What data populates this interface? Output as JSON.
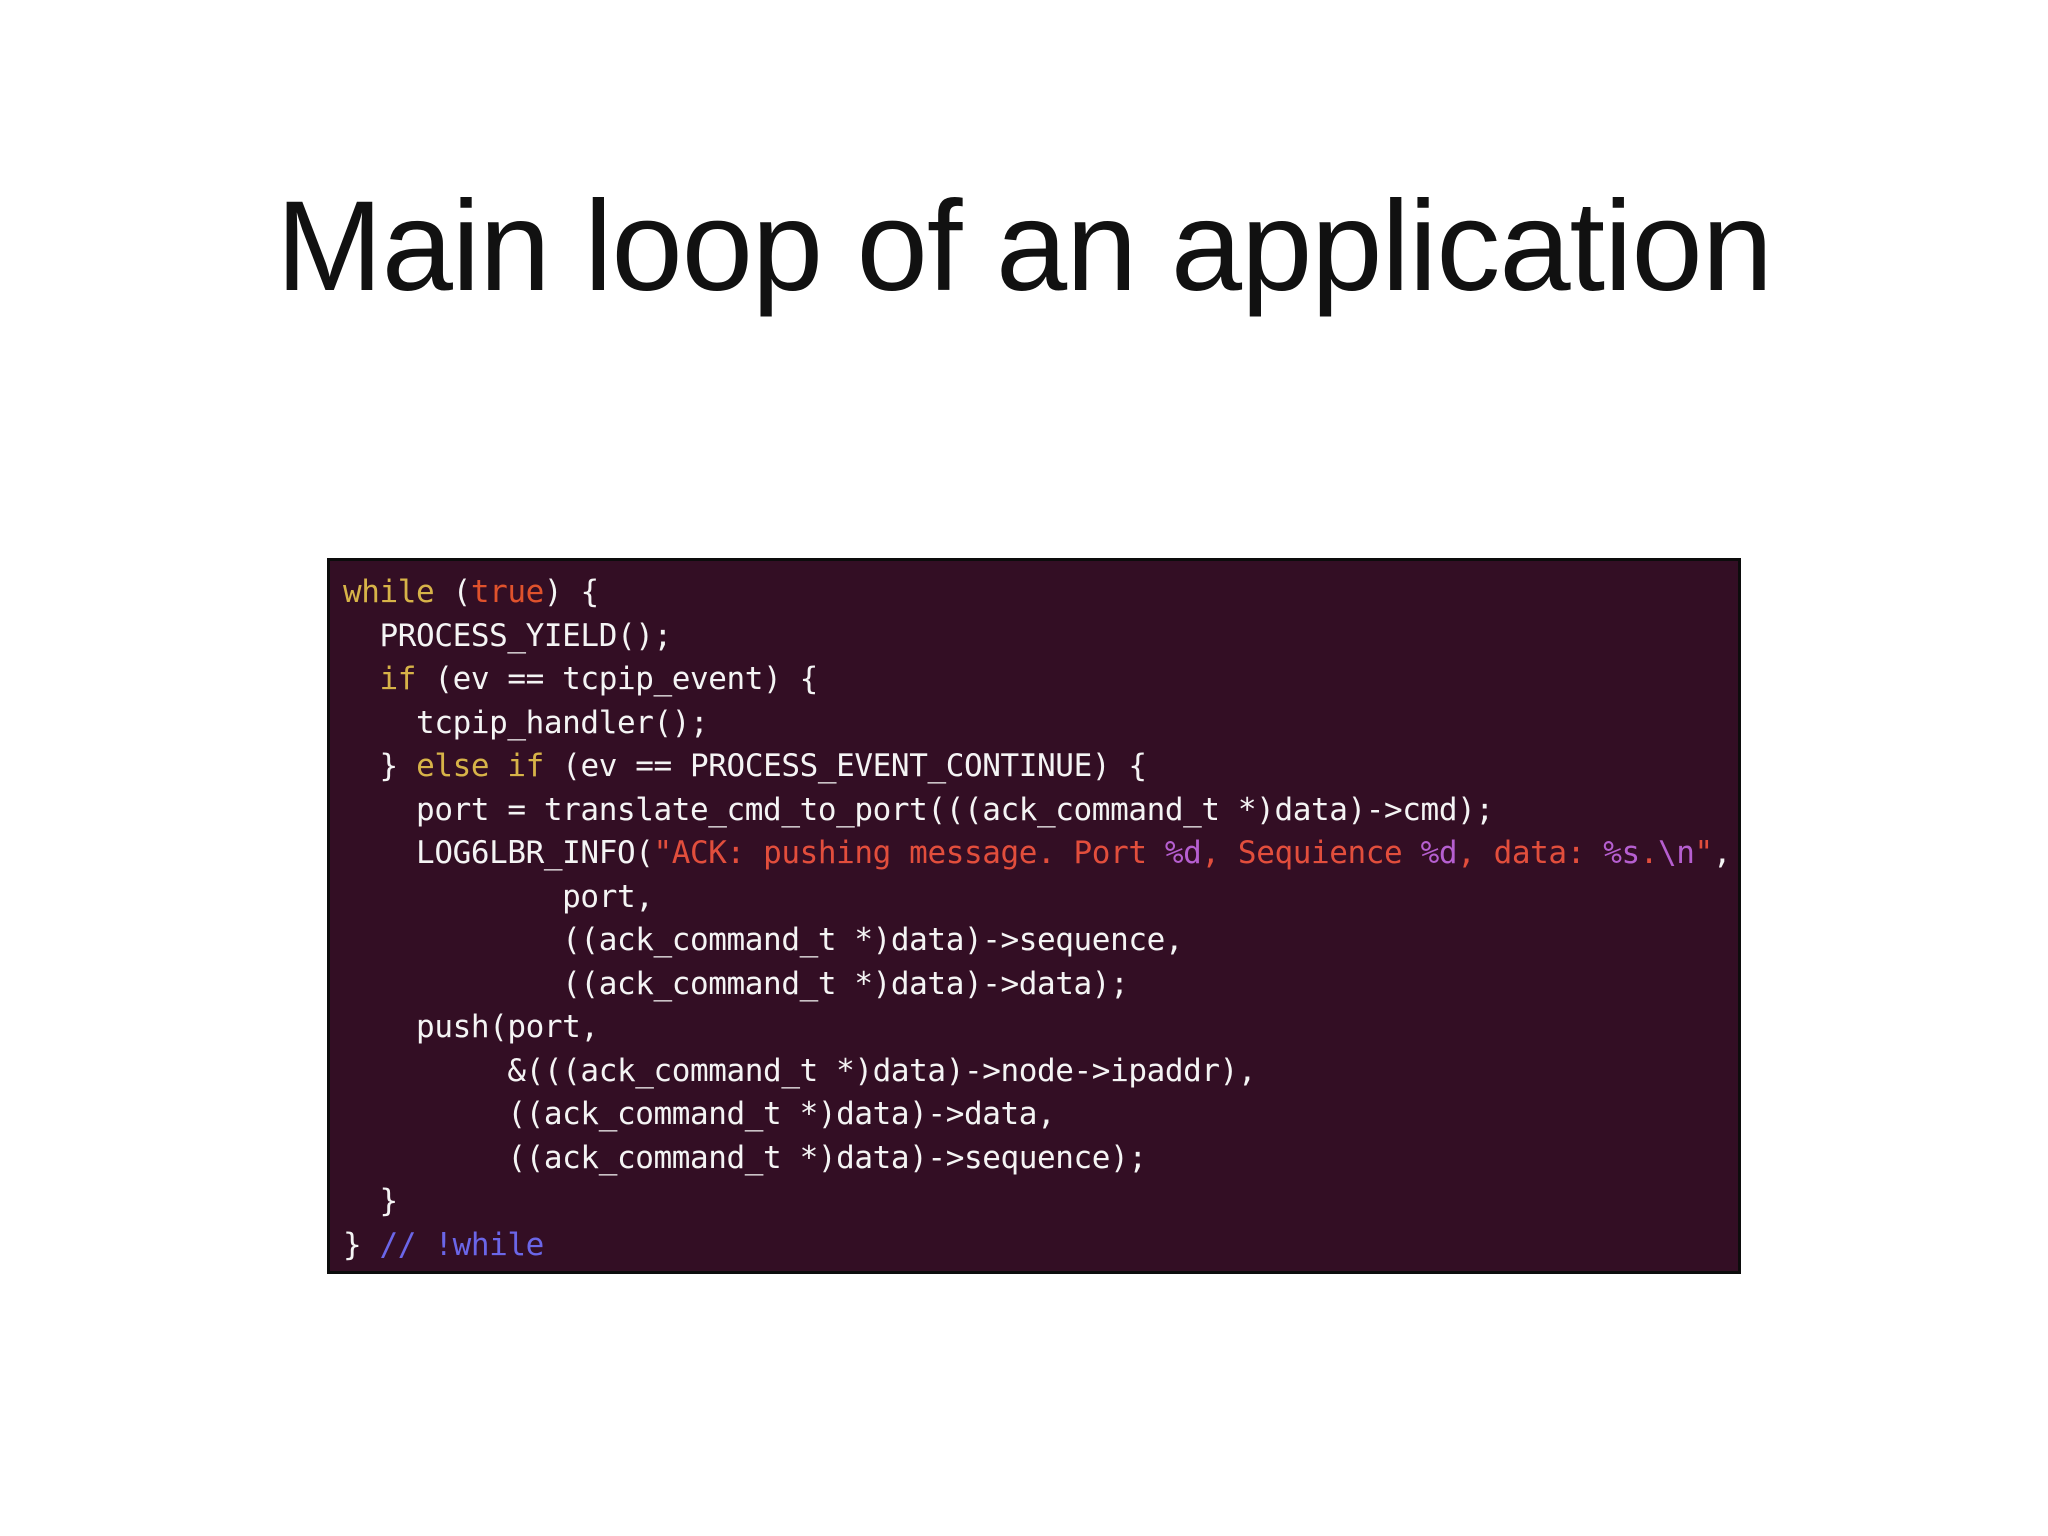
{
  "slide": {
    "title": "Main loop of an application"
  },
  "code": {
    "lines": [
      [
        {
          "t": "while",
          "k": "keyword"
        },
        {
          "t": " (",
          "k": "plain"
        },
        {
          "t": "true",
          "k": "literal"
        },
        {
          "t": ") {",
          "k": "plain"
        }
      ],
      [
        {
          "t": "  PROCESS_YIELD();",
          "k": "plain"
        }
      ],
      [
        {
          "t": "  ",
          "k": "plain"
        },
        {
          "t": "if",
          "k": "keyword"
        },
        {
          "t": " (ev == tcpip_event) {",
          "k": "plain"
        }
      ],
      [
        {
          "t": "    tcpip_handler();",
          "k": "plain"
        }
      ],
      [
        {
          "t": "  } ",
          "k": "plain"
        },
        {
          "t": "else if",
          "k": "keyword"
        },
        {
          "t": " (ev == PROCESS_EVENT_CONTINUE) {",
          "k": "plain"
        }
      ],
      [
        {
          "t": "    port = translate_cmd_to_port(((ack_command_t *)data)->cmd);",
          "k": "plain"
        }
      ],
      [
        {
          "t": "    LOG6LBR_INFO(",
          "k": "plain"
        },
        {
          "t": "\"ACK: pushing message. Port ",
          "k": "string"
        },
        {
          "t": "%d",
          "k": "format"
        },
        {
          "t": ", Sequience ",
          "k": "string"
        },
        {
          "t": "%d",
          "k": "format"
        },
        {
          "t": ", data: ",
          "k": "string"
        },
        {
          "t": "%s",
          "k": "format"
        },
        {
          "t": ".",
          "k": "string"
        },
        {
          "t": "\\n",
          "k": "format"
        },
        {
          "t": "\"",
          "k": "string"
        },
        {
          "t": ",",
          "k": "plain"
        }
      ],
      [
        {
          "t": "            port,",
          "k": "plain"
        }
      ],
      [
        {
          "t": "            ((ack_command_t *)data)->sequence,",
          "k": "plain"
        }
      ],
      [
        {
          "t": "            ((ack_command_t *)data)->data);",
          "k": "plain"
        }
      ],
      [
        {
          "t": "    push(port,",
          "k": "plain"
        }
      ],
      [
        {
          "t": "         &(((ack_command_t *)data)->node->ipaddr),",
          "k": "plain"
        }
      ],
      [
        {
          "t": "         ((ack_command_t *)data)->data,",
          "k": "plain"
        }
      ],
      [
        {
          "t": "         ((ack_command_t *)data)->sequence);",
          "k": "plain"
        }
      ],
      [
        {
          "t": "  }",
          "k": "plain"
        }
      ],
      [
        {
          "t": "} ",
          "k": "plain"
        },
        {
          "t": "// !while",
          "k": "comment"
        }
      ]
    ]
  }
}
